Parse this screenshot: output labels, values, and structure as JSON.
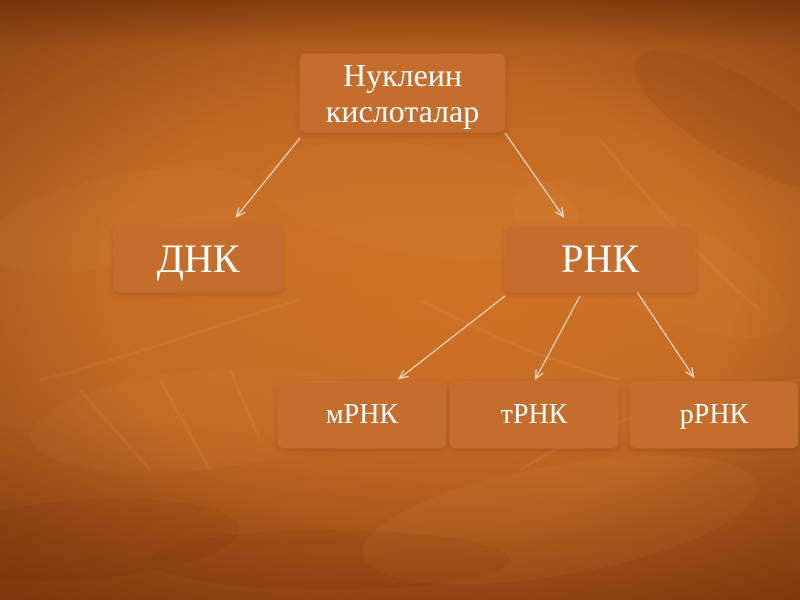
{
  "diagram": {
    "root": "Нуклеин\nкислоталар",
    "dna": "ДНК",
    "rna": "РНК",
    "mrna": "мРНК",
    "trna": "тРНК",
    "rrna": "рРНК"
  },
  "colors": {
    "background": "#c06722",
    "box_fill": "#c56d2c",
    "text": "#ffffff",
    "arrow": "#f2d7c0"
  }
}
